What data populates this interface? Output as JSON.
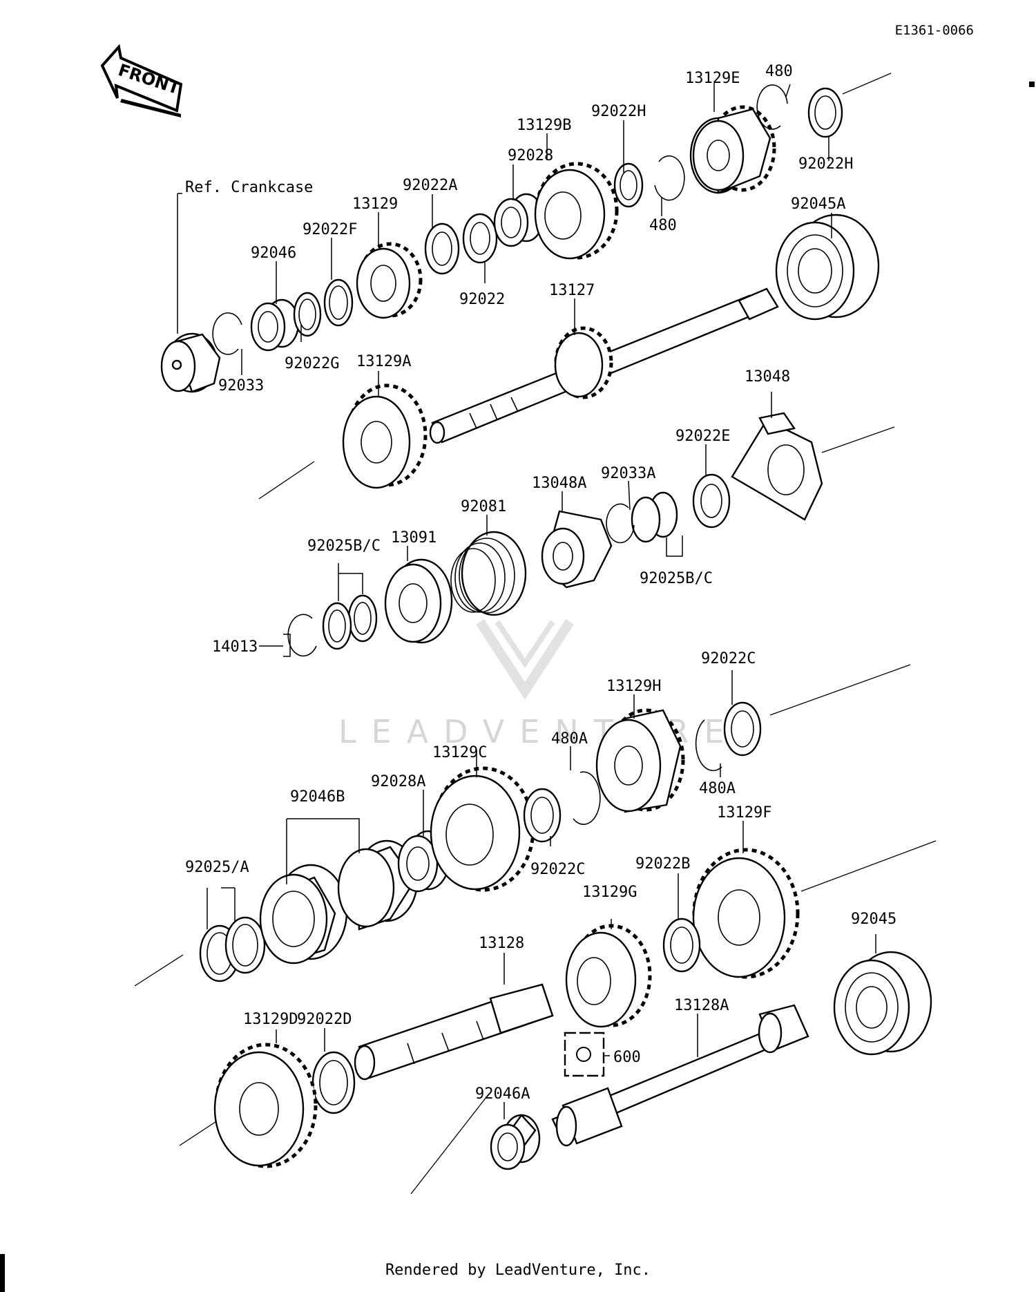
{
  "document_code": "E1361-0066",
  "front_arrow_label": "FRONT",
  "ref_label": "Ref. Crankcase",
  "watermark": "LEADVENTURE",
  "footer": "Rendered by LeadVenture, Inc.",
  "parts": {
    "p_13129E": "13129E",
    "p_480_top": "480",
    "p_92022H_top": "92022H",
    "p_13129B": "13129B",
    "p_92022H_right": "92022H",
    "p_92028": "92028",
    "p_480_mid": "480",
    "p_92022A": "92022A",
    "p_13129": "13129",
    "p_92045A": "92045A",
    "p_92022F": "92022F",
    "p_92046": "92046",
    "p_92022": "92022",
    "p_13127": "13127",
    "p_92022G": "92022G",
    "p_92033": "92033",
    "p_13129A": "13129A",
    "p_13048": "13048",
    "p_92022E": "92022E",
    "p_92033A": "92033A",
    "p_13048A": "13048A",
    "p_92081": "92081",
    "p_92025BC_left": "92025B/C",
    "p_13091": "13091",
    "p_92025BC_right": "92025B/C",
    "p_14013": "14013",
    "p_92022C_top": "92022C",
    "p_13129H": "13129H",
    "p_480A_top": "480A",
    "p_13129C": "13129C",
    "p_480A_right": "480A",
    "p_92028A": "92028A",
    "p_92046B": "92046B",
    "p_13129F": "13129F",
    "p_92022C_mid": "92022C",
    "p_92022B": "92022B",
    "p_92025A": "92025/A",
    "p_13129G": "13129G",
    "p_92045": "92045",
    "p_13128": "13128",
    "p_13128A": "13128A",
    "p_92022D": "92022D",
    "p_13129D": "13129D",
    "p_600": "600",
    "p_92046A": "92046A"
  }
}
